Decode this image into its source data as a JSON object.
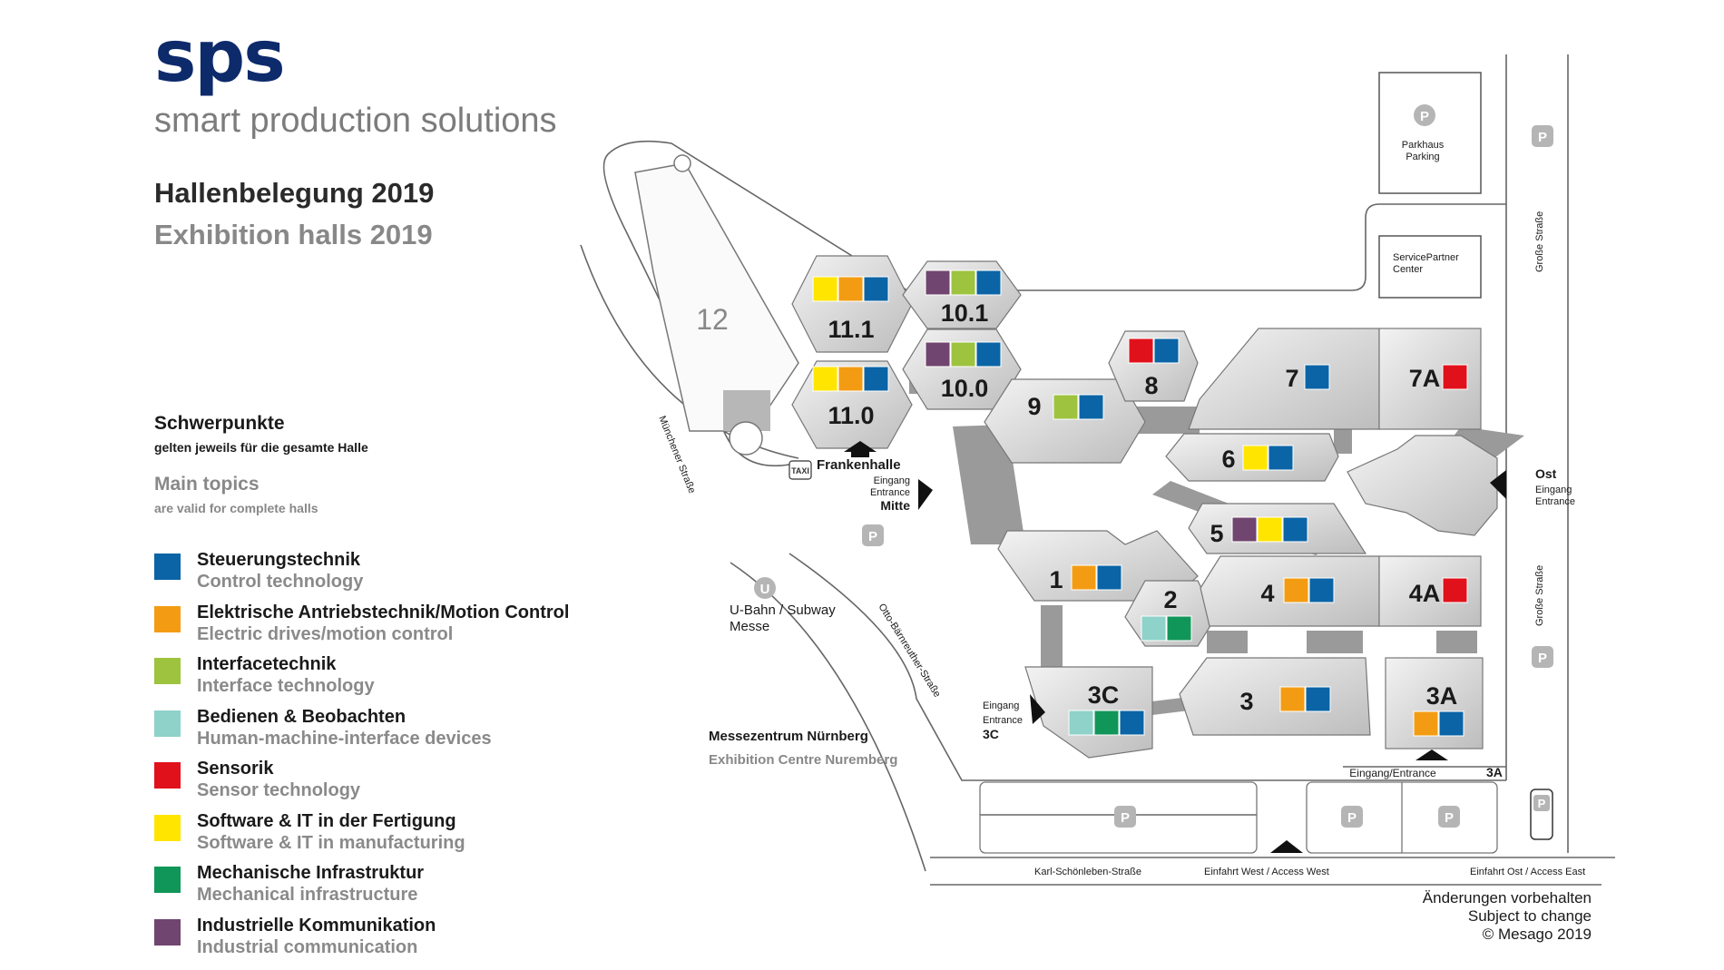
{
  "brand": {
    "logo": "sps",
    "tagline": "smart production solutions"
  },
  "titles": {
    "de": "Hallenbelegung 2019",
    "en": "Exhibition halls 2019"
  },
  "schwerpunkte": {
    "title": "Schwerpunkte",
    "subtitle": "gelten jeweils für die gesamte Halle"
  },
  "main_topics": {
    "title": "Main topics",
    "subtitle": "are valid for complete halls"
  },
  "colors": {
    "control": "#0a64a6",
    "drives": "#f39c13",
    "interface": "#9dc33f",
    "hmi": "#8ed2c9",
    "sensor": "#e1111b",
    "software": "#ffe500",
    "mechanical": "#119659",
    "communication": "#70456f"
  },
  "legend": [
    {
      "key": "control",
      "de": "Steuerungstechnik",
      "en": "Control technology"
    },
    {
      "key": "drives",
      "de": "Elektrische Antriebstechnik/Motion Control",
      "en": "Electric drives/motion control"
    },
    {
      "key": "interface",
      "de": "Interfacetechnik",
      "en": "Interface technology"
    },
    {
      "key": "hmi",
      "de": "Bedienen & Beobachten",
      "en": "Human-machine-interface devices"
    },
    {
      "key": "sensor",
      "de": "Sensorik",
      "en": "Sensor technology"
    },
    {
      "key": "software",
      "de": "Software & IT in der Fertigung",
      "en": "Software & IT in manufacturing"
    },
    {
      "key": "mechanical",
      "de": "Mechanische Infrastruktur",
      "en": "Mechanical infrastructure"
    },
    {
      "key": "communication",
      "de": "Industrielle Kommunikation",
      "en": "Industrial communication"
    }
  ],
  "halls": [
    {
      "id": "11.1",
      "topics": [
        "software",
        "drives",
        "control"
      ]
    },
    {
      "id": "10.1",
      "topics": [
        "communication",
        "interface",
        "control"
      ]
    },
    {
      "id": "11.0",
      "topics": [
        "software",
        "drives",
        "control"
      ]
    },
    {
      "id": "10.0",
      "topics": [
        "communication",
        "interface",
        "control"
      ]
    },
    {
      "id": "12",
      "topics": []
    },
    {
      "id": "9",
      "topics": [
        "interface",
        "control"
      ]
    },
    {
      "id": "8",
      "topics": [
        "sensor",
        "control"
      ]
    },
    {
      "id": "7",
      "topics": [
        "control"
      ]
    },
    {
      "id": "7A",
      "topics": [
        "sensor"
      ]
    },
    {
      "id": "6",
      "topics": [
        "software",
        "control"
      ]
    },
    {
      "id": "5",
      "topics": [
        "communication",
        "software",
        "control"
      ]
    },
    {
      "id": "1",
      "topics": [
        "drives",
        "control"
      ]
    },
    {
      "id": "2",
      "topics": [
        "hmi",
        "mechanical"
      ]
    },
    {
      "id": "4",
      "topics": [
        "drives",
        "control"
      ]
    },
    {
      "id": "4A",
      "topics": [
        "sensor"
      ]
    },
    {
      "id": "3C",
      "topics": [
        "hmi",
        "mechanical",
        "control"
      ]
    },
    {
      "id": "3",
      "topics": [
        "drives",
        "control"
      ]
    },
    {
      "id": "3A",
      "topics": [
        "drives",
        "control"
      ]
    }
  ],
  "labels": {
    "parkhaus": "Parkhaus",
    "parking": "Parking",
    "servicepartner": "ServicePartner",
    "center": "Center",
    "grosse_strasse": "Große Straße",
    "muenchener_strasse": "Münchener Straße",
    "otto_baernreuther": "Otto-Bärnreuther-Straße",
    "frankenhalle": "Frankenhalle",
    "eingang": "Eingang",
    "entrance": "Entrance",
    "mitte": "Mitte",
    "ost": "Ost",
    "taxi": "TAXI",
    "ubahn_badge": "U",
    "ubahn": "U-Bahn / Subway",
    "messe": "Messe",
    "messezentrum": "Messezentrum Nürnberg",
    "exhibition_centre": "Exhibition Centre Nuremberg",
    "entrance_3c": "3C",
    "eingang_entrance_3a": "Eingang/Entrance",
    "entrance_3a_code": "3A",
    "karl_schoenleben": "Karl-Schönleben-Straße",
    "einfahrt_west": "Einfahrt West / Access West",
    "einfahrt_ost": "Einfahrt Ost / Access East",
    "p": "P"
  },
  "footer": {
    "line1": "Änderungen vorbehalten",
    "line2": "Subject to change",
    "line3": "© Mesago 2019"
  }
}
